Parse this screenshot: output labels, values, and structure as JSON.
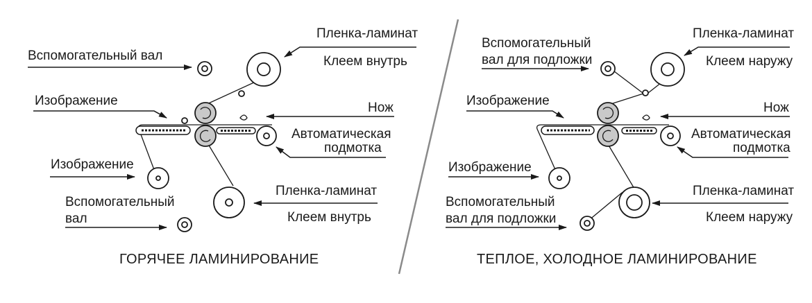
{
  "left": {
    "title": "ГОРЯЧЕЕ ЛАМИНИРОВАНИЕ",
    "aux_top": "Вспомогательный вал",
    "film_top_1": "Пленка-ламинат",
    "film_top_2": "Клеем внутрь",
    "image_top": "Изображение",
    "knife": "Нож",
    "auto_1": "Автоматическая",
    "auto_2": "подмотка",
    "image_bottom": "Изображение",
    "film_bottom_1": "Пленка-ламинат",
    "film_bottom_2": "Клеем внутрь",
    "aux_bottom_1": "Вспомогательный",
    "aux_bottom_2": "вал"
  },
  "right": {
    "title": "ТЕПЛОЕ, ХОЛОДНОЕ ЛАМИНИРОВАНИЕ",
    "aux_top_1": "Вспомогательный",
    "aux_top_2": "вал для подложки",
    "film_top_1": "Пленка-ламинат",
    "film_top_2": "Клеем наружу",
    "image_top": "Изображение",
    "knife": "Нож",
    "auto_1": "Автоматическая",
    "auto_2": "подмотка",
    "image_bottom": "Изображение",
    "film_bottom_1": "Пленка-ламинат",
    "film_bottom_2": "Клеем наружу",
    "aux_bottom_1": "Вспомогательный",
    "aux_bottom_2": "вал для подложки"
  }
}
